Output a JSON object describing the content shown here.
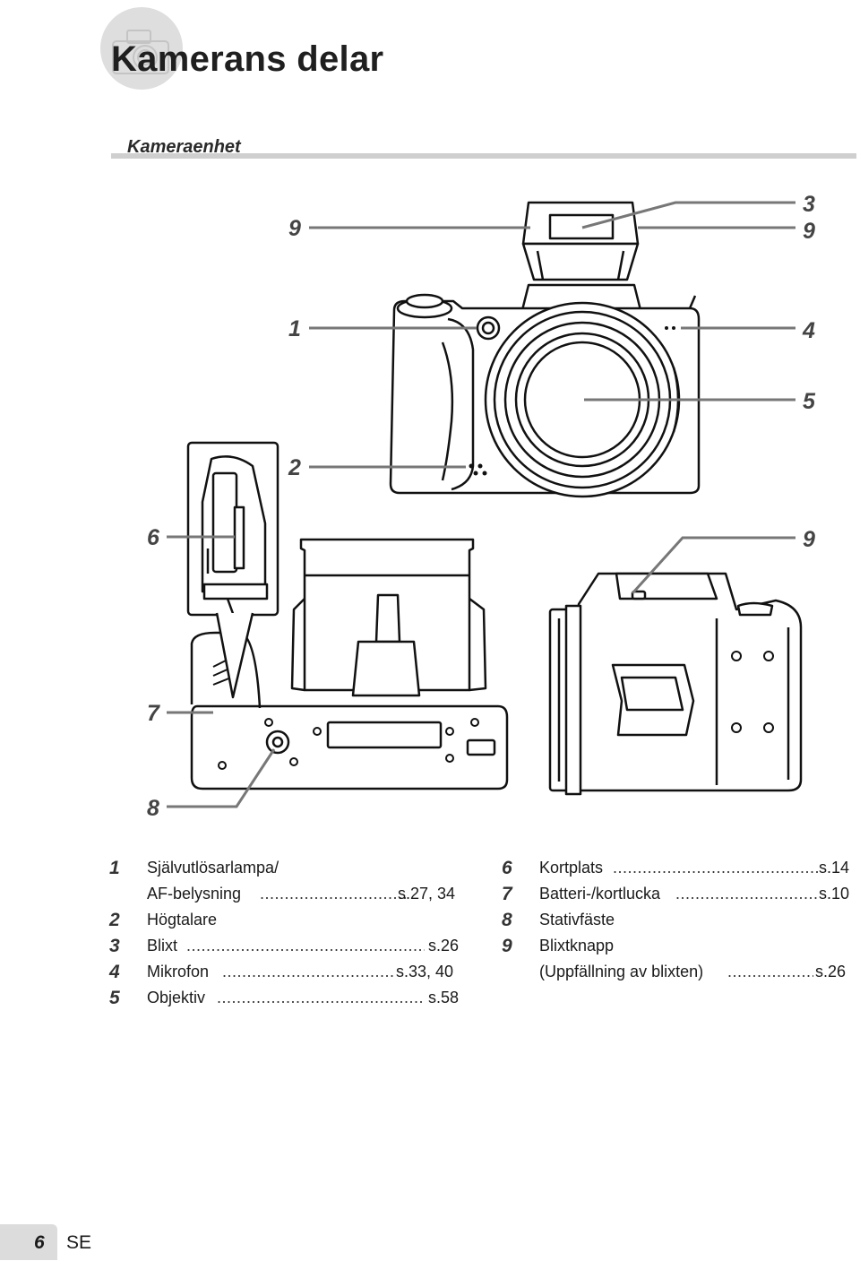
{
  "header": {
    "title": "Kamerans delar",
    "section": "Kameraenhet"
  },
  "figure": {
    "callouts": [
      "9",
      "1",
      "2",
      "6",
      "7",
      "8",
      "3",
      "9",
      "4",
      "5",
      "9"
    ]
  },
  "legend_left": [
    {
      "num": "1",
      "label": "Självutlösarlampa/",
      "label2": "AF-belysning",
      "page": "s.27, 34"
    },
    {
      "num": "2",
      "label": "Högtalare",
      "page": ""
    },
    {
      "num": "3",
      "label": "Blixt",
      "page": "s.26"
    },
    {
      "num": "4",
      "label": "Mikrofon",
      "page": "s.33, 40"
    },
    {
      "num": "5",
      "label": "Objektiv",
      "page": "s.58"
    }
  ],
  "legend_right": [
    {
      "num": "6",
      "label": "Kortplats",
      "page": "s.14"
    },
    {
      "num": "7",
      "label": "Batteri-/kortlucka",
      "page": "s.10"
    },
    {
      "num": "8",
      "label": "Stativfäste",
      "page": ""
    },
    {
      "num": "9",
      "label": "Blixtknapp",
      "label2": "(Uppfällning av blixten)",
      "page": "s.26"
    }
  ],
  "footer": {
    "page_number": "6",
    "language": "SE"
  }
}
